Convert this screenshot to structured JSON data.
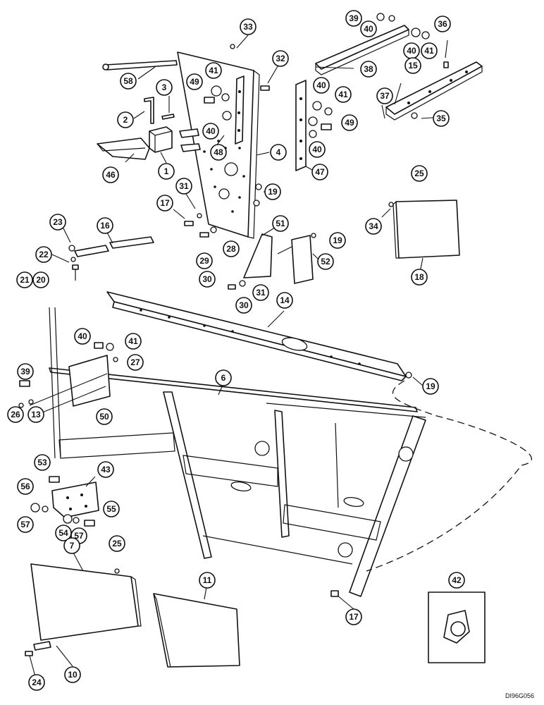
{
  "drawing_code": "DI96G056",
  "callouts": [
    {
      "label": "58"
    },
    {
      "label": "33"
    },
    {
      "label": "32"
    },
    {
      "label": "41"
    },
    {
      "label": "49"
    },
    {
      "label": "3"
    },
    {
      "label": "2"
    },
    {
      "label": "40"
    },
    {
      "label": "46"
    },
    {
      "label": "1"
    },
    {
      "label": "48"
    },
    {
      "label": "4"
    },
    {
      "label": "31"
    },
    {
      "label": "19"
    },
    {
      "label": "17"
    },
    {
      "label": "23"
    },
    {
      "label": "16"
    },
    {
      "label": "22"
    },
    {
      "label": "21"
    },
    {
      "label": "20"
    },
    {
      "label": "29"
    },
    {
      "label": "28"
    },
    {
      "label": "30"
    },
    {
      "label": "51"
    },
    {
      "label": "19"
    },
    {
      "label": "52"
    },
    {
      "label": "31"
    },
    {
      "label": "30"
    },
    {
      "label": "39"
    },
    {
      "label": "40"
    },
    {
      "label": "38"
    },
    {
      "label": "40"
    },
    {
      "label": "41"
    },
    {
      "label": "36"
    },
    {
      "label": "15"
    },
    {
      "label": "40"
    },
    {
      "label": "41"
    },
    {
      "label": "37"
    },
    {
      "label": "35"
    },
    {
      "label": "49"
    },
    {
      "label": "40"
    },
    {
      "label": "47"
    },
    {
      "label": "25"
    },
    {
      "label": "34"
    },
    {
      "label": "18"
    },
    {
      "label": "14"
    },
    {
      "label": "40"
    },
    {
      "label": "41"
    },
    {
      "label": "27"
    },
    {
      "label": "39"
    },
    {
      "label": "6"
    },
    {
      "label": "19"
    },
    {
      "label": "26"
    },
    {
      "label": "13"
    },
    {
      "label": "50"
    },
    {
      "label": "53"
    },
    {
      "label": "43"
    },
    {
      "label": "56"
    },
    {
      "label": "55"
    },
    {
      "label": "57"
    },
    {
      "label": "54"
    },
    {
      "label": "57"
    },
    {
      "label": "7"
    },
    {
      "label": "25"
    },
    {
      "label": "11"
    },
    {
      "label": "42"
    },
    {
      "label": "17"
    },
    {
      "label": "24"
    },
    {
      "label": "10"
    }
  ]
}
